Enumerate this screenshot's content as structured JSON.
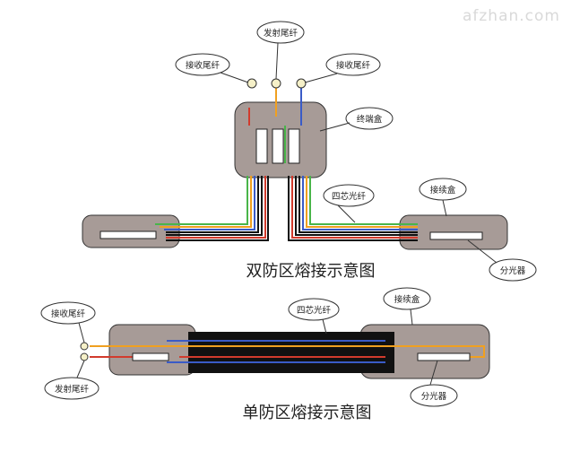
{
  "watermark": "afzhan.com",
  "dual_diagram": {
    "title": "双防区熔接示意图",
    "labels": {
      "tx_pigtail": "发射尾纤",
      "rx_pigtail_left": "接收尾纤",
      "rx_pigtail_right": "接收尾纤",
      "terminal_box": "终端盒",
      "four_core_fiber": "四芯光纤",
      "splice_box": "接续盒",
      "splitter": "分光器"
    }
  },
  "single_diagram": {
    "title": "单防区熔接示意图",
    "labels": {
      "rx_pigtail": "接收尾纤",
      "tx_pigtail": "发射尾纤",
      "four_core_fiber": "四芯光纤",
      "splice_box": "接续盒",
      "splitter": "分光器"
    }
  },
  "colors": {
    "box_fill": "#a79b97",
    "box_stroke": "#333333",
    "fiber_blue": "#3a5bc7",
    "fiber_green": "#49b54a",
    "fiber_orange": "#f0a020",
    "fiber_red": "#d23b2d",
    "fiber_black": "#111111"
  }
}
